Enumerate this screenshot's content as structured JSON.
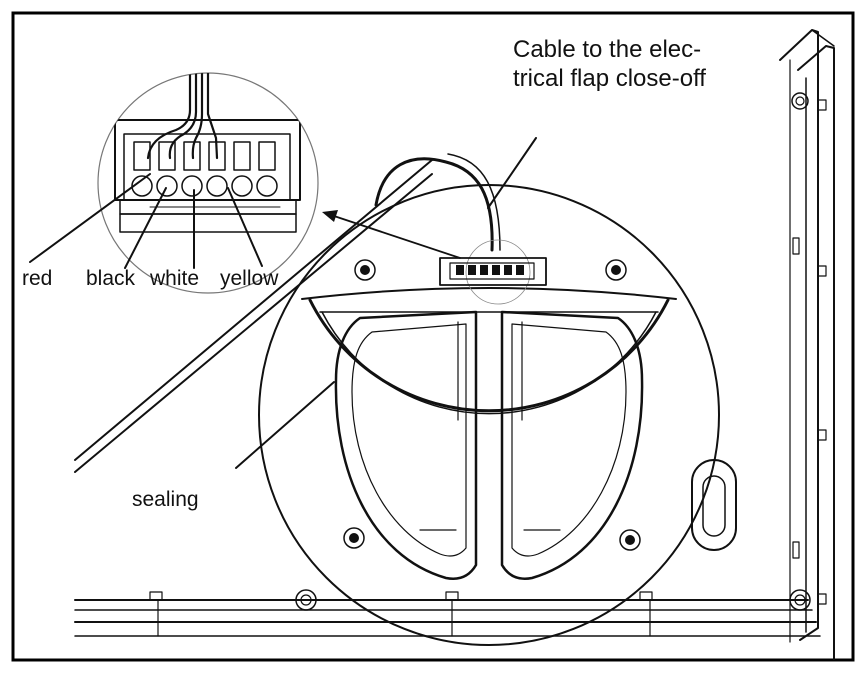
{
  "labels": {
    "cable_line1": "Cable to the elec-",
    "cable_line2": "trical flap close-off",
    "sealing": "sealing"
  },
  "wire_labels": [
    "red",
    "black",
    "white",
    "yellow"
  ],
  "colors": {
    "line": "#111111",
    "background": "#ffffff"
  }
}
